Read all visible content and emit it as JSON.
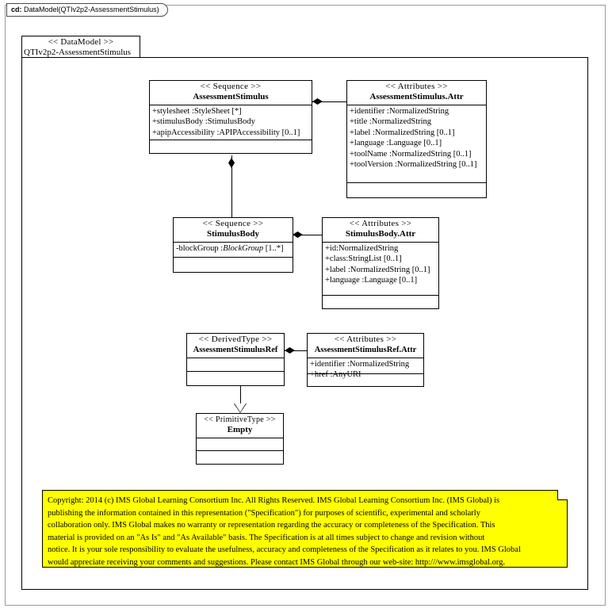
{
  "frame": {
    "tab_prefix": "cd:",
    "tab_title": "DataModel(QTIv2p2-AssessmentStimulus)"
  },
  "package": {
    "stereotype": "<< DataModel >>",
    "name": "QTIv2p2-AssessmentStimulus"
  },
  "classes": {
    "assessment_stimulus": {
      "stereotype": "<< Sequence >>",
      "name": "AssessmentStimulus",
      "attributes": [
        "+stylesheet :StyleSheet [*]",
        "+stimulusBody  :StimulusBody",
        "+apipAccessibility  :APIPAccessibility  [0..1]"
      ]
    },
    "assessment_stimulus_attr": {
      "stereotype": "<< Attributes  >>",
      "name": "AssessmentStimulus.Attr",
      "attributes": [
        "+identifier  :NormalizedString",
        "+title :NormalizedString",
        "+label :NormalizedString  [0..1]",
        "+language :Language  [0..1]",
        "+toolName :NormalizedString  [0..1]",
        "+toolVersion :NormalizedString  [0..1]"
      ]
    },
    "stimulus_body": {
      "stereotype": "<< Sequence >>",
      "name": "StimulusBody",
      "attributes_html": [
        "-blockGroup :<i>BlockGroup</i> [1..*]"
      ]
    },
    "stimulus_body_attr": {
      "stereotype": "<< Attributes  >>",
      "name": "StimulusBody.Attr",
      "attributes": [
        "+id:NormalizedString",
        "+class:StringList  [0..1]",
        "+label :NormalizedString  [0..1]",
        "+language  :Language  [0..1]"
      ]
    },
    "assessment_stimulus_ref": {
      "stereotype": "<< DerivedType  >>",
      "name": "AssessmentStimulusRef",
      "attributes": []
    },
    "assessment_stimulus_ref_attr": {
      "stereotype": "<< Attributes  >>",
      "name": "AssessmentStimulusRef.Attr",
      "attributes": [
        "+identifier  :NormalizedString",
        "+href :AnyURI"
      ]
    },
    "empty": {
      "stereotype": "<< PrimitiveType  >>",
      "name": "Empty",
      "attributes": []
    }
  },
  "note": {
    "lines": [
      "Copyright: 2014 (c) IMS Global Learning Consortium Inc.  All Rights Reserved.  IMS Global Learning Consortium Inc. (IMS Global) is",
      "publishing the information contained in this representation (\"Specification\") for purposes of scientific, experimental and scholarly",
      "collaboration only.  IMS Global makes no warranty or representation regarding the accuracy or completeness of the Specification.  This",
      "material is provided on an \"As Is\" and \"As Available\" basis.  The Specification is at all times subject to change and revision without",
      "notice.  It is your sole responsibility to evaluate the usefulness, accuracy and completeness of the Specification as it relates to you.  IMS Global",
      "would appreciate receiving your comments and suggestions.  Please contact IMS Global through our web-site: http:///www.imsglobal.org."
    ]
  },
  "colors": {
    "note_background": "#ffff00",
    "line": "#000000",
    "frame_border": "#9a9a9a",
    "canvas": "#ffffff"
  }
}
